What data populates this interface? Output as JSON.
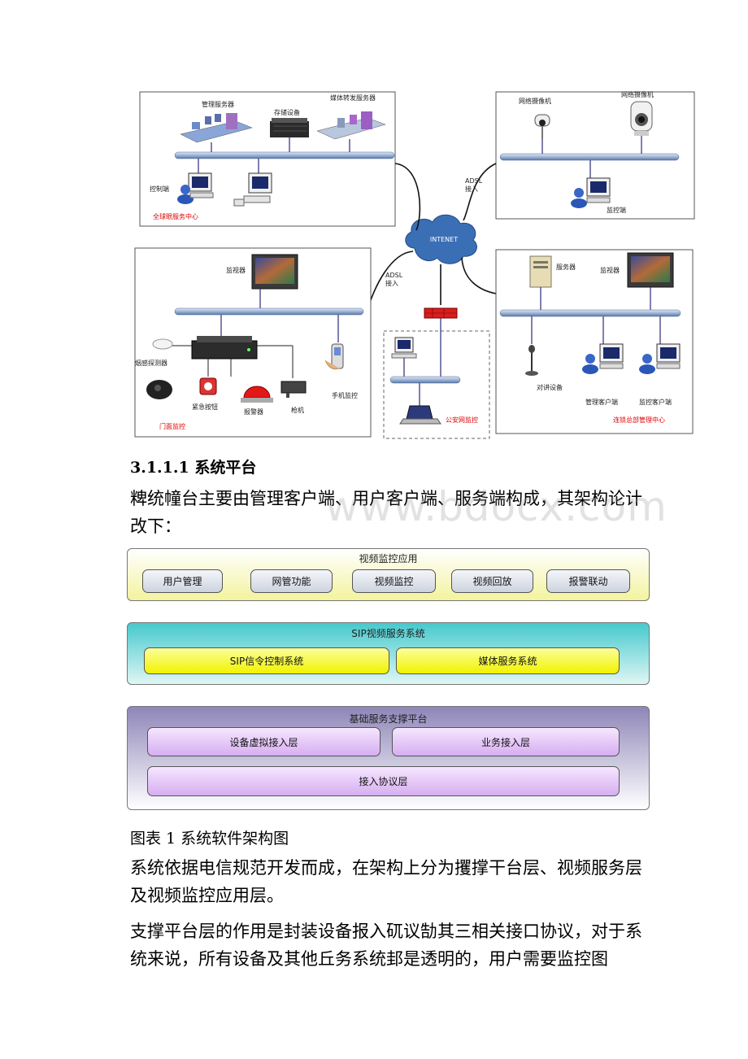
{
  "network": {
    "cloud_label": "INTENET",
    "center_a": {
      "name": "全球眼服务中心",
      "mgmt_server": "管理服务器",
      "storage": "存储设备",
      "media_server": "媒体转发服务器",
      "control": "控制端"
    },
    "center_b": {
      "camera1": "网络摄像机",
      "camera2": "网络摄像机",
      "monitor_pc": "监控端",
      "adsl": "ADSL\n接入"
    },
    "center_c": {
      "name": "门面监控",
      "monitor": "监视器",
      "smoke": "烟感探测器",
      "emergency": "紧急按钮",
      "alarm": "报警器",
      "gun": "枪机",
      "mobile": "手机监控",
      "adsl": "ADSL\n接入"
    },
    "center_d": {
      "name": "公安网监控"
    },
    "center_e": {
      "name": "连锁总部管理中心",
      "server": "服务器",
      "monitor": "监视器",
      "intercom": "对讲设备",
      "mgmt_client": "管理客户端",
      "monitor_client": "监控客户端"
    }
  },
  "heading": "3.1.1.1 系统平台",
  "para1": "粺统幢台主要由管理客户端、用户客户端、服务端构成，其架构论计改下：",
  "watermark": "www.bdocx.com",
  "arch": {
    "top": {
      "title": "视频监控应用",
      "items": [
        "用户管理",
        "网管功能",
        "视频监控",
        "视频回放",
        "报警联动"
      ]
    },
    "mid": {
      "title": "SIP视频服务系统",
      "items": [
        "SIP信令控制系统",
        "媒体服务系统"
      ]
    },
    "base": {
      "title": "基础服务支撑平台",
      "items": [
        "设备虚拟接入层",
        "业务接入层",
        "接入协议层"
      ]
    }
  },
  "caption": "图表 1 系统软件架构图",
  "para2": "系统依据电信规范开发而成，在架构上分为攫撑干台层、视频服务层及视频监控应用层。",
  "para3": "支撑平台层的作用是封装设备报入矹议勂其三相关接口协议，对于系统来说，所有设备及其他丘务系统邽是透明的，用户需要监控图"
}
